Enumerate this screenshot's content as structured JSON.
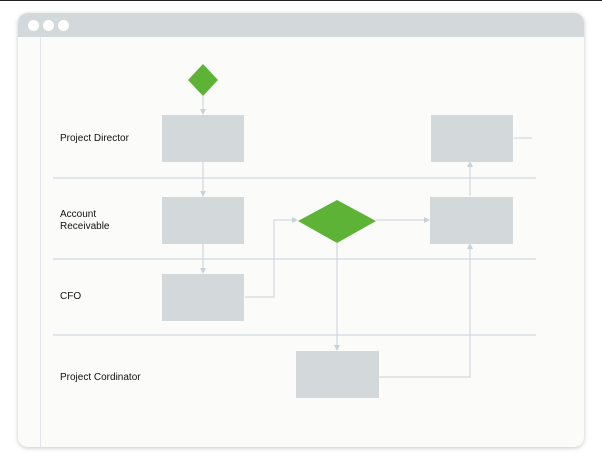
{
  "lanes": [
    {
      "label": "Project Director"
    },
    {
      "label": "Account\nReceivable"
    },
    {
      "label": "CFO"
    },
    {
      "label": "Project Cordinator"
    }
  ],
  "colors": {
    "decision": "#5db336",
    "task": "#d3d8db",
    "connector": "#c9d2d8",
    "lane_line": "#d8e0e4",
    "titlebar": "#d3d8db"
  },
  "icons": {
    "window_controls": [
      "window-dot-icon",
      "window-dot-icon",
      "window-dot-icon"
    ]
  }
}
